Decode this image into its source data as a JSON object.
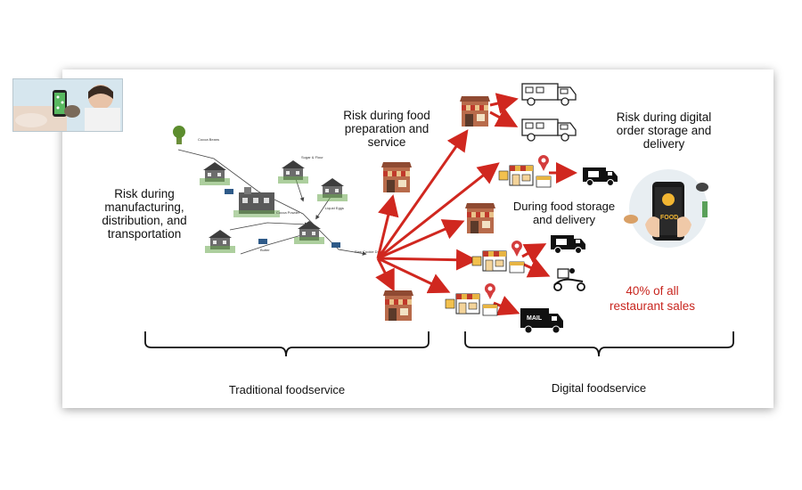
{
  "labels": {
    "manufacturing": "Risk during manufacturing, distribution, and transportation",
    "preparation": "Risk during food preparation and service",
    "digital_storage": "Risk during digital order storage and delivery",
    "food_storage": "During food storage and delivery",
    "sales_share": "40% of all restaurant sales",
    "traditional": "Traditional foodservice",
    "digital": "Digital foodservice"
  },
  "supply_chain": {
    "cocoa_beans": "Cocoa Beans",
    "sugar_flour": "Sugar & Flour",
    "cocoa_powder": "Cocoa Powder",
    "liquid_eggs": "Liquid Eggs",
    "butter": "Butter",
    "raw_dough": "Raw Cookie Dough"
  },
  "icons": {
    "food_phone": "FOOD",
    "mail_truck": "MAIL"
  },
  "colors": {
    "arrow": "#d0271f",
    "highlight_text": "#c8261f"
  }
}
